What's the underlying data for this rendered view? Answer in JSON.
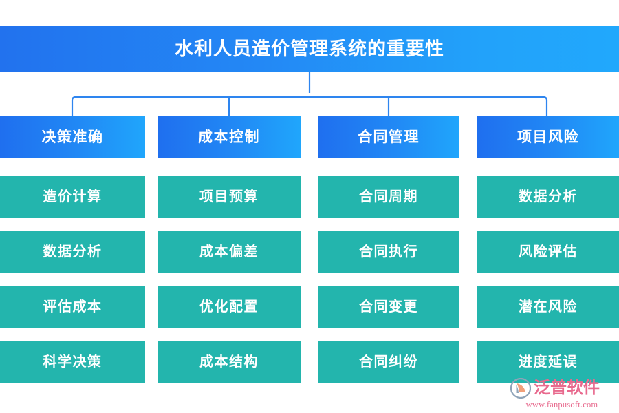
{
  "diagram": {
    "title": "水利人员造价管理系统的重要性",
    "columns": [
      {
        "header": "决策准确",
        "items": [
          "造价计算",
          "数据分析",
          "评估成本",
          "科学决策"
        ]
      },
      {
        "header": "成本控制",
        "items": [
          "项目预算",
          "成本偏差",
          "优化配置",
          "成本结构"
        ]
      },
      {
        "header": "合同管理",
        "items": [
          "合同周期",
          "合同执行",
          "合同变更",
          "合同纠纷"
        ]
      },
      {
        "header": "项目风险",
        "items": [
          "数据分析",
          "风险评估",
          "潜在风险",
          "进度延误"
        ]
      }
    ]
  },
  "colors": {
    "title_gradient_start": "#2272ee",
    "title_gradient_end": "#21a8fc",
    "header_gradient_start": "#1f6fef",
    "header_gradient_end": "#20a6fc",
    "leaf_box": "#23b5ad",
    "connector_line": "#2e85ef",
    "logo_pink": "#e86a8e",
    "background": "#ffffff"
  },
  "watermark": {
    "brand": "泛普软件",
    "url": "www.fanpusoft.com",
    "icon": "fanpu-circle-logo"
  }
}
